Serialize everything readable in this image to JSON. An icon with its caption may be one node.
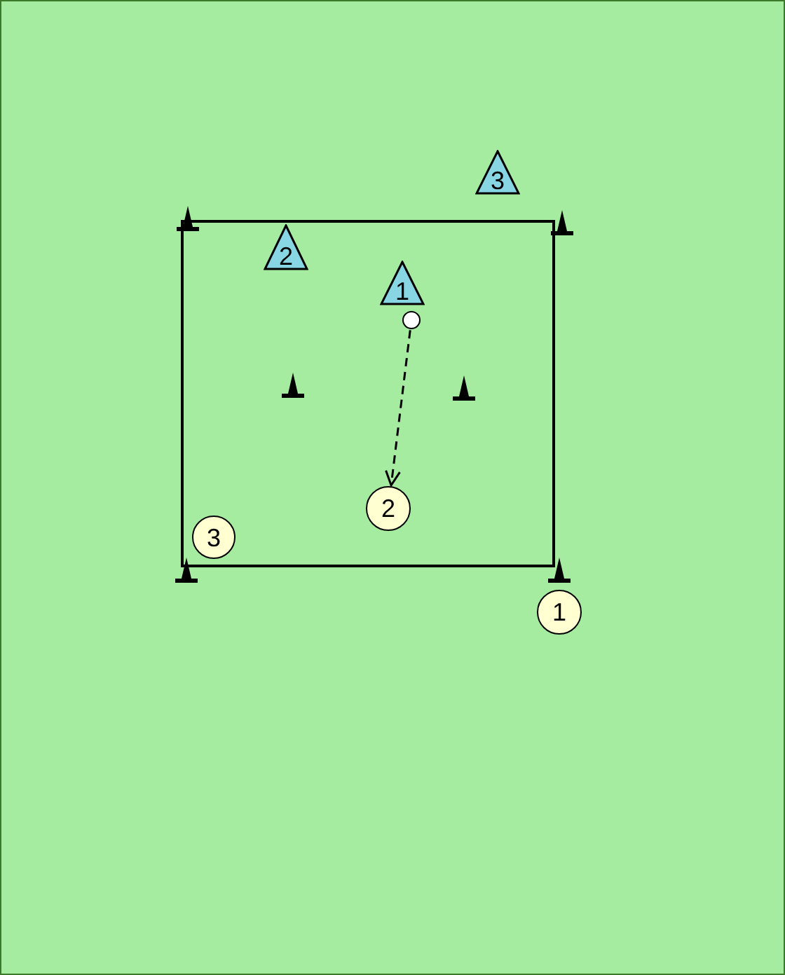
{
  "diagram": {
    "nodes": [
      {
        "text": [
          "3"
        ]
      },
      {
        "text": [
          "2"
        ]
      },
      {
        "text": [
          "1"
        ]
      },
      {
        "text": [],
        "shape": "circle"
      },
      {
        "text": [
          "2"
        ]
      },
      {
        "text": [
          "3"
        ]
      },
      {
        "text": [
          "1"
        ]
      }
    ],
    "edges": [
      {
        "from": 3,
        "to": 4,
        "arrow": "to",
        "style": "dashed"
      }
    ]
  }
}
